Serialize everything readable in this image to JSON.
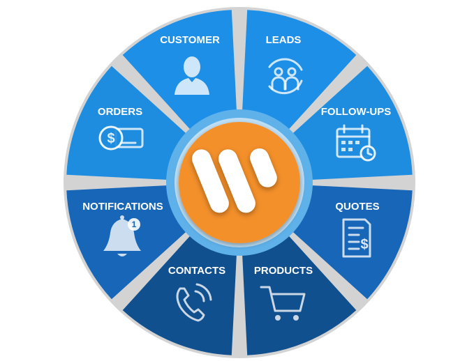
{
  "segments": [
    {
      "id": "customer",
      "label": "CUSTOMER",
      "icon": "customer-person-icon",
      "color": "#1e8fe6"
    },
    {
      "id": "leads",
      "label": "LEADS",
      "icon": "leads-group-refresh-icon",
      "color": "#1e8fe6"
    },
    {
      "id": "followups",
      "label": "FOLLOW-UPS",
      "icon": "calendar-clock-icon",
      "color": "#1e8ddf"
    },
    {
      "id": "quotes",
      "label": "QUOTES",
      "icon": "quote-document-dollar-icon",
      "color": "#1766b8"
    },
    {
      "id": "products",
      "label": "PRODUCTS",
      "icon": "shopping-cart-icon",
      "color": "#11508f"
    },
    {
      "id": "contacts",
      "label": "CONTACTS",
      "icon": "phone-call-icon",
      "color": "#11508f"
    },
    {
      "id": "notifications",
      "label": "NOTIFICATIONS",
      "icon": "bell-notification-icon",
      "color": "#1766b8",
      "badge": "1"
    },
    {
      "id": "orders",
      "label": "ORDERS",
      "icon": "money-card-icon",
      "color": "#1e8ddf"
    }
  ],
  "colors": {
    "hub_orange": "#f4902a",
    "hub_ring": "#5fb1ea",
    "divider": "#c9c9c9"
  },
  "center_logo": "hub-logo-icon"
}
